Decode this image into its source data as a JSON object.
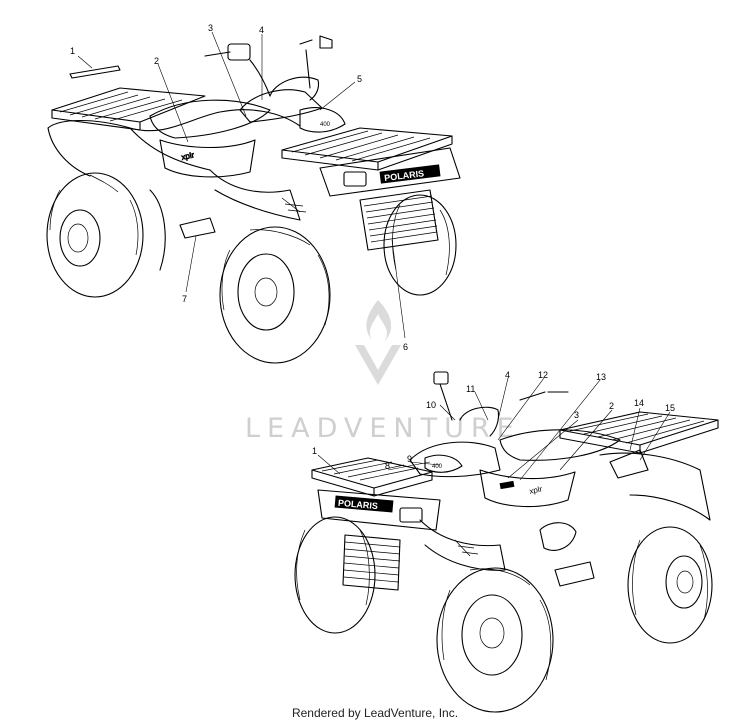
{
  "diagram": {
    "watermark": {
      "brand": "LEADVENTURE",
      "logo_icon": "flame-v-logo-icon"
    },
    "brand_decal_text": "POLARIS",
    "top_view": {
      "callouts": [
        "1",
        "2",
        "3",
        "4",
        "5",
        "6",
        "7"
      ]
    },
    "bottom_view": {
      "callouts": [
        "1",
        "2",
        "3",
        "4",
        "8",
        "9",
        "10",
        "11",
        "12",
        "13",
        "14",
        "15"
      ]
    }
  },
  "footer": {
    "text": "Rendered by LeadVenture, Inc."
  }
}
